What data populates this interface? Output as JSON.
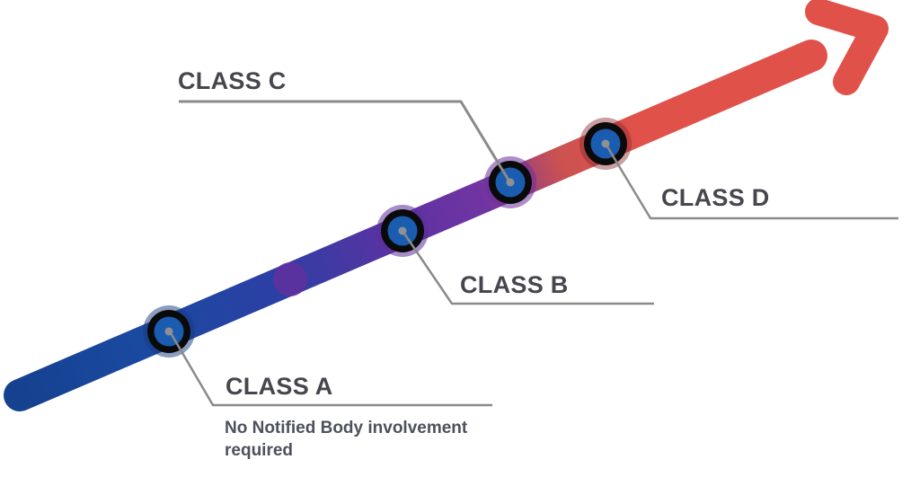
{
  "diagram_type": "risk-classification-arrow",
  "classes": [
    {
      "id": "a",
      "label": "CLASS A",
      "note": "No Notified Body involvement required"
    },
    {
      "id": "b",
      "label": "CLASS B"
    },
    {
      "id": "c",
      "label": "CLASS C"
    },
    {
      "id": "d",
      "label": "CLASS D"
    }
  ],
  "palette": {
    "background": "#ffffff",
    "label_text": "#46464E",
    "note_text": "#4C525C",
    "leader_line": "#8A8A8A",
    "arrow_red": "#E0514A",
    "marker_ring_black": "#0A0A0A",
    "marker_disc_blue": "#1A5CB0",
    "marker_center_gray": "#8F9094",
    "accent_blob_purple": "rgba(100,47,159,0.8)",
    "halo_a": "rgba(22,58,130,0.50)",
    "halo_b": "rgba(92,45,155,0.55)",
    "halo_c": "rgba(108,48,158,0.55)",
    "halo_d": "rgba(140,40,48,0.45)",
    "gradient": [
      {
        "color": "#15418F"
      },
      {
        "color": "#1A4AA1"
      },
      {
        "color": "#2C3FA4"
      },
      {
        "color": "#5C32A1"
      },
      {
        "color": "#7134A2"
      },
      {
        "color": "#CC5250"
      },
      {
        "color": "#E0514A"
      },
      {
        "color": "#E0514A"
      }
    ]
  }
}
